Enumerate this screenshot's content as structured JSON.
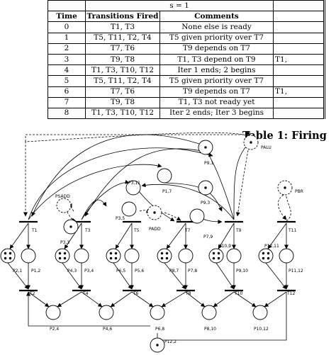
{
  "table": {
    "s_label": "s = 1",
    "headers": [
      "Time",
      "Transitions Fired",
      "Comments"
    ],
    "rows": [
      {
        "time": "0",
        "transitions": "T1, T3",
        "comment": "None else is ready",
        "extra": ""
      },
      {
        "time": "1",
        "transitions": "T5, T11, T2, T4",
        "comment": "T5 given priority over T7",
        "extra": ""
      },
      {
        "time": "2",
        "transitions": "T7, T6",
        "comment": "T9 depends on T7",
        "extra": ""
      },
      {
        "time": "3",
        "transitions": "T9, T8",
        "comment": "T1, T3 depend on T9",
        "extra": "T1,"
      },
      {
        "time": "4",
        "transitions": "T1, T3, T10, T12",
        "comment": "Iter 1 ends; 2 begins",
        "extra": ""
      },
      {
        "time": "5",
        "transitions": "T5, T11, T2, T4",
        "comment": "T5 given priority over T7",
        "extra": ""
      },
      {
        "time": "6",
        "transitions": "T7, T6",
        "comment": "T9 depends on T7",
        "extra": "T1,"
      },
      {
        "time": "7",
        "transitions": "T9, T8",
        "comment": "T1, T3 not ready yet",
        "extra": ""
      },
      {
        "time": "8",
        "transitions": "T1, T3, T10, T12",
        "comment": "Iter 2 ends; Iter 3 begins",
        "extra": ""
      }
    ]
  },
  "caption": "Table 1: Firing",
  "petri_net": {
    "transitions": [
      "T1",
      "T2",
      "T3",
      "T4",
      "T5",
      "T6",
      "T7",
      "T8",
      "T9",
      "T10",
      "T11",
      "T12"
    ],
    "places": {
      "p21": "P2,1",
      "p12": "P1,2",
      "p33": "P3,3",
      "p43": "P4,3",
      "p34": "P3,4",
      "p65": "P6,5",
      "p56": "P5,6",
      "p87": "P8,7",
      "p78": "P7,8",
      "p109": "P10,9",
      "p910": "P9,10",
      "p1211": "P12,11",
      "p1112": "P11,12",
      "p24": "P2,4",
      "p46": "P4,6",
      "p68": "P6,8",
      "p810": "P8,10",
      "p1012": "P10,12",
      "p122": "P12,2",
      "p311": "P3,11",
      "p35": "P3,5",
      "p17": "P1,7",
      "p91": "P9,1",
      "p93": "P9,3",
      "p79": "P7,9",
      "psadd": "PSADD",
      "padd": "PADD",
      "palu": "PALU",
      "pbr": "PBR"
    }
  }
}
